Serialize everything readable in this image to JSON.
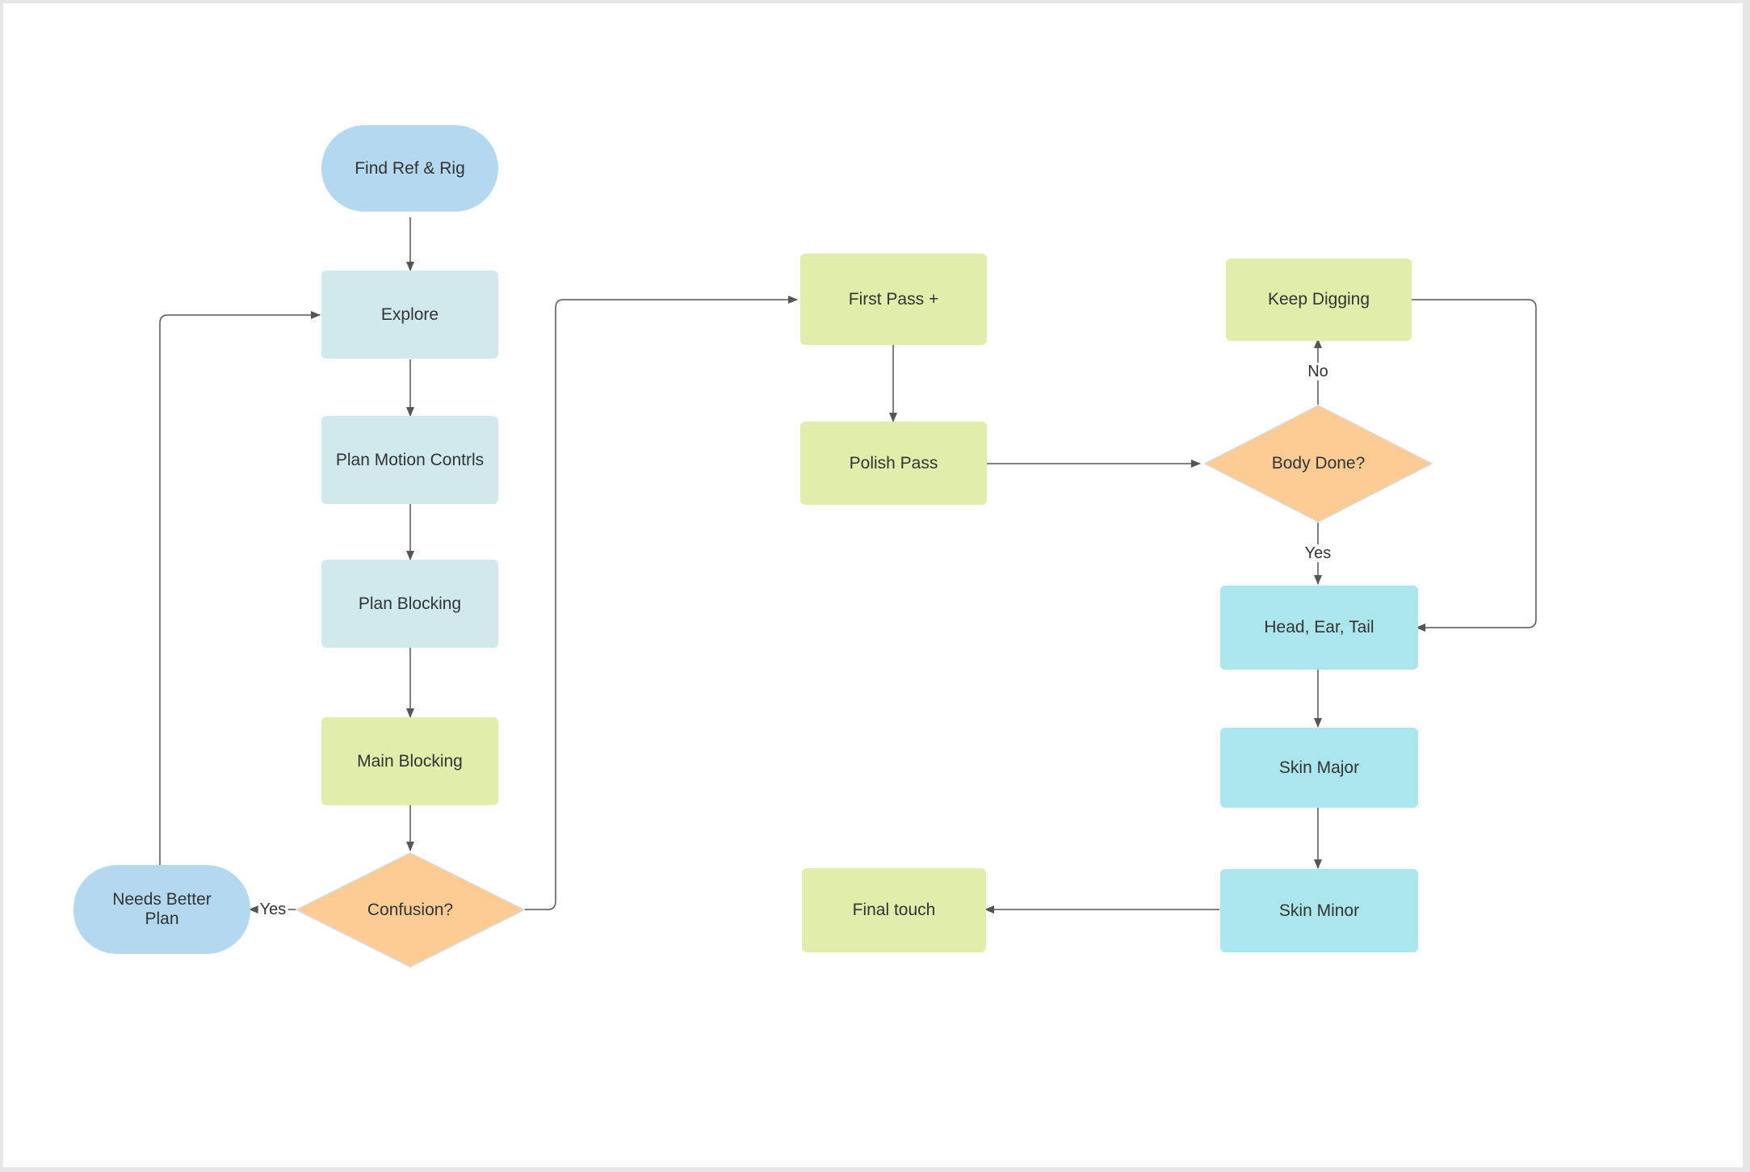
{
  "colors": {
    "terminal": "#b4d8ef",
    "light_teal": "#d0e9ec",
    "green": "#e1edab",
    "orange": "#fdcc94",
    "cyan": "#ace6ed",
    "edge": "#555555"
  },
  "nodes": {
    "find_ref": "Find Ref & Rig",
    "explore": "Explore",
    "plan_motion": "Plan Motion Contrls",
    "plan_blocking": "Plan Blocking",
    "main_blocking": "Main Blocking",
    "confusion": "Confusion?",
    "needs_better_plan": "Needs Better\nPlan",
    "first_pass": "First Pass +",
    "polish_pass": "Polish Pass",
    "body_done": "Body Done?",
    "keep_digging": "Keep Digging",
    "head_ear_tail": "Head, Ear, Tail",
    "skin_major": "Skin Major",
    "skin_minor": "Skin Minor",
    "final_touch": "Final touch"
  },
  "edges": [
    {
      "from": "find_ref",
      "to": "explore",
      "label": ""
    },
    {
      "from": "explore",
      "to": "plan_motion",
      "label": ""
    },
    {
      "from": "plan_motion",
      "to": "plan_blocking",
      "label": ""
    },
    {
      "from": "plan_blocking",
      "to": "main_blocking",
      "label": ""
    },
    {
      "from": "main_blocking",
      "to": "confusion",
      "label": ""
    },
    {
      "from": "confusion",
      "to": "needs_better_plan",
      "label": "Yes"
    },
    {
      "from": "needs_better_plan",
      "to": "explore",
      "label": ""
    },
    {
      "from": "confusion",
      "to": "first_pass",
      "label": ""
    },
    {
      "from": "first_pass",
      "to": "polish_pass",
      "label": ""
    },
    {
      "from": "polish_pass",
      "to": "body_done",
      "label": ""
    },
    {
      "from": "body_done",
      "to": "keep_digging",
      "label": "No"
    },
    {
      "from": "body_done",
      "to": "head_ear_tail",
      "label": "Yes"
    },
    {
      "from": "keep_digging",
      "to": "head_ear_tail",
      "label": ""
    },
    {
      "from": "head_ear_tail",
      "to": "skin_major",
      "label": ""
    },
    {
      "from": "skin_major",
      "to": "skin_minor",
      "label": ""
    },
    {
      "from": "skin_minor",
      "to": "final_touch",
      "label": ""
    }
  ]
}
